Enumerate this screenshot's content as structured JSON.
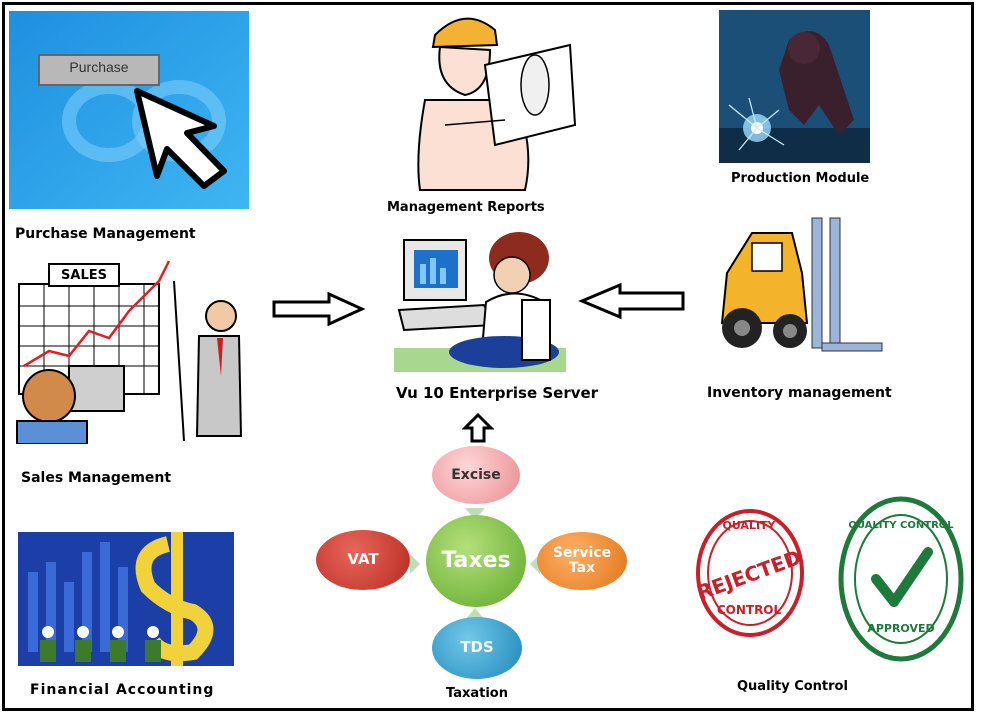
{
  "labels": {
    "purchase": "Purchase Management",
    "reports": "Management Reports",
    "production": "Production Module",
    "sales": "Sales Management",
    "server": "Vu 10 Enterprise Server",
    "inventory": "Inventory management",
    "financial": "Financial Accounting",
    "taxation": "Taxation",
    "quality": "Quality Control"
  },
  "purchase_button": "Purchase",
  "sales_sign": "SALES",
  "taxes": {
    "center": "Taxes",
    "top": "Excise",
    "left": "VAT",
    "right": "Service Tax",
    "bottom": "TDS"
  },
  "stamps": {
    "rejected_top": "QUALITY",
    "rejected_main": "REJECTED",
    "rejected_bottom": "CONTROL",
    "approved_top": "QUALITY CONTROL",
    "approved_bottom": "APPROVED"
  },
  "colors": {
    "border": "#000000",
    "purchase_bg": "#2aa6ec",
    "production_bg": "#1c4f78",
    "taxes_center": "#7dc23d",
    "excise": "#f4b2b4",
    "vat": "#d03b2e",
    "service_tax": "#f08a28",
    "tds": "#33a3cf",
    "rejected": "#c8202a",
    "approved": "#1e7a3a"
  }
}
